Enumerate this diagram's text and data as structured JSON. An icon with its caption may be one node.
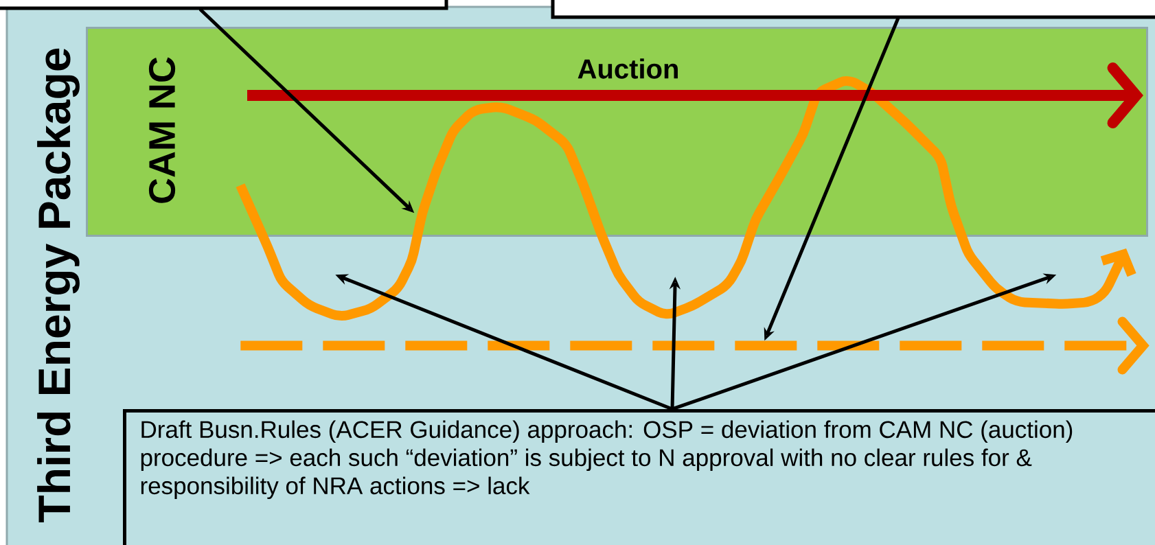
{
  "diagram": {
    "nodes": [
      {
        "text": [
          "Third Energy Package"
        ]
      },
      {
        "text": [
          "CAM NC"
        ],
        "in": 0
      },
      {
        "text": [
          "Draft Busn.Rules (ACER Guidance) approach: OSP = deviation from CAM NC (auction) procedure => each such “deviation” is subject to N approval with no clear rules for & responsibility of NRA actions => lack"
        ],
        "in": 0
      },
      {
        "text": [],
        "shape": "box"
      },
      {
        "text": [],
        "shape": "box"
      },
      {
        "text": [],
        "shape": "curve",
        "in": 0
      },
      {
        "text": [],
        "shape": "line",
        "in": 0
      }
    ],
    "edges": [
      {
        "from": 2,
        "to": 5,
        "arrow": "to"
      },
      {
        "from": 2,
        "to": 5,
        "arrow": "to"
      },
      {
        "from": 2,
        "to": 5,
        "arrow": "to"
      },
      {
        "from": 3,
        "to": 5,
        "arrow": "to"
      },
      {
        "from": 4,
        "to": 6,
        "arrow": "to"
      }
    ],
    "labels": [
      "Auction"
    ]
  }
}
